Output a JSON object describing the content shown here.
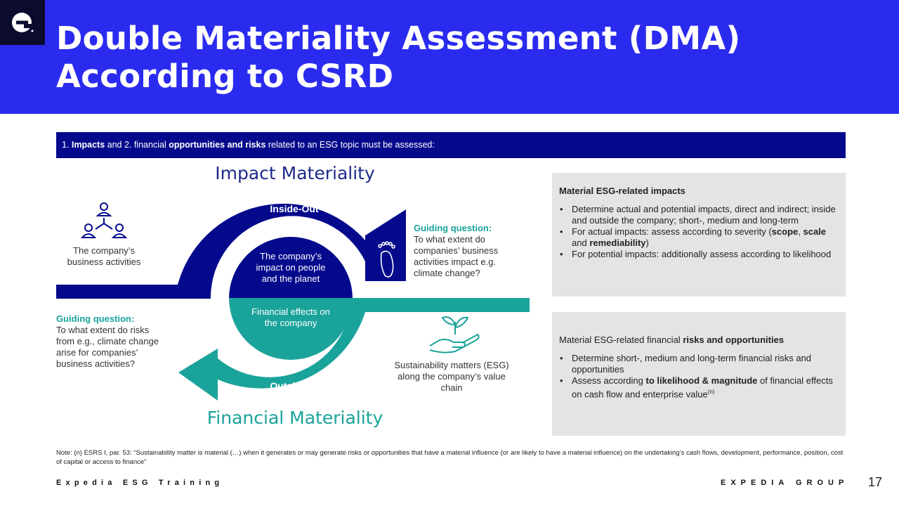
{
  "header": {
    "title_line1": "Double Materiality Assessment (DMA)",
    "title_line2": "According to CSRD",
    "logo_icon": "expedia-e-logo-icon",
    "colors": {
      "header_bg": "#2b2bf0",
      "logo_bg": "#0b0b2e"
    }
  },
  "banner": {
    "p1": "1. ",
    "b1": "Impacts",
    "p2": " and 2. financial ",
    "b2": "opportunities and risks",
    "p3": " related to an ESG topic must be assessed:",
    "color": "#050a8c"
  },
  "diagram": {
    "impact_heading": "Impact Materiality",
    "financial_heading": "Financial Materiality",
    "inside_out": "Inside-Out",
    "outside_in": "Outside-In",
    "center_top": "The company’s impact on people and the planet",
    "center_bottom": "Financial effects on the company",
    "business_activities": "The company’s business activities",
    "sustainability_matters": "Sustainability matters (ESG) along the company’s value chain",
    "guide_right_title": "Guiding question:",
    "guide_right_text": "To what extent do companies’ business activities impact e.g. climate change?",
    "guide_left_title": "Guiding question:",
    "guide_left_text": "To what extent do risks from e.g., climate change arise for companies’ business activities?",
    "icons": [
      "people-network-icon",
      "footprint-icon",
      "clipboard-checklist-icon",
      "hand-plant-icon"
    ],
    "colors": {
      "navy": "#050a8c",
      "teal": "#1aa39a"
    }
  },
  "panel1": {
    "title": "Material ESG-related impacts",
    "b1": "Determine actual and potential impacts, direct and indirect; inside and outside the company; short-, medium and long-term",
    "b2_pre": "For actual impacts: assess according to severity (",
    "b2_s1": "scope",
    "b2_m1": ", ",
    "b2_s2": "scale",
    "b2_m2": " and ",
    "b2_s3": "remediability",
    "b2_post": ")",
    "b3": "For potential impacts: additionally assess according to likelihood"
  },
  "panel2": {
    "title_pre": "Material ESG-related financial ",
    "title_bold": "risks and opportunities",
    "b1": "Determine short-, medium and long-term financial risks and opportunities",
    "b2_pre": "Assess according ",
    "b2_bold": "to likelihood & magnitude",
    "b2_post": " of financial effects on cash flow and enterprise value",
    "b2_sup": "(n)"
  },
  "note": "Note: (n) ESRS I, par. 53: “Sustainability matter is material (…) when it generates or may generate risks or opportunities that have a material influence (or are likely to have a material influence) on the undertaking’s cash flows, development, performance, position, cost of capital or access to finance”",
  "footer": {
    "left": "Expedia ESG Training",
    "right": "EXPEDIA GROUP",
    "page": "17"
  }
}
